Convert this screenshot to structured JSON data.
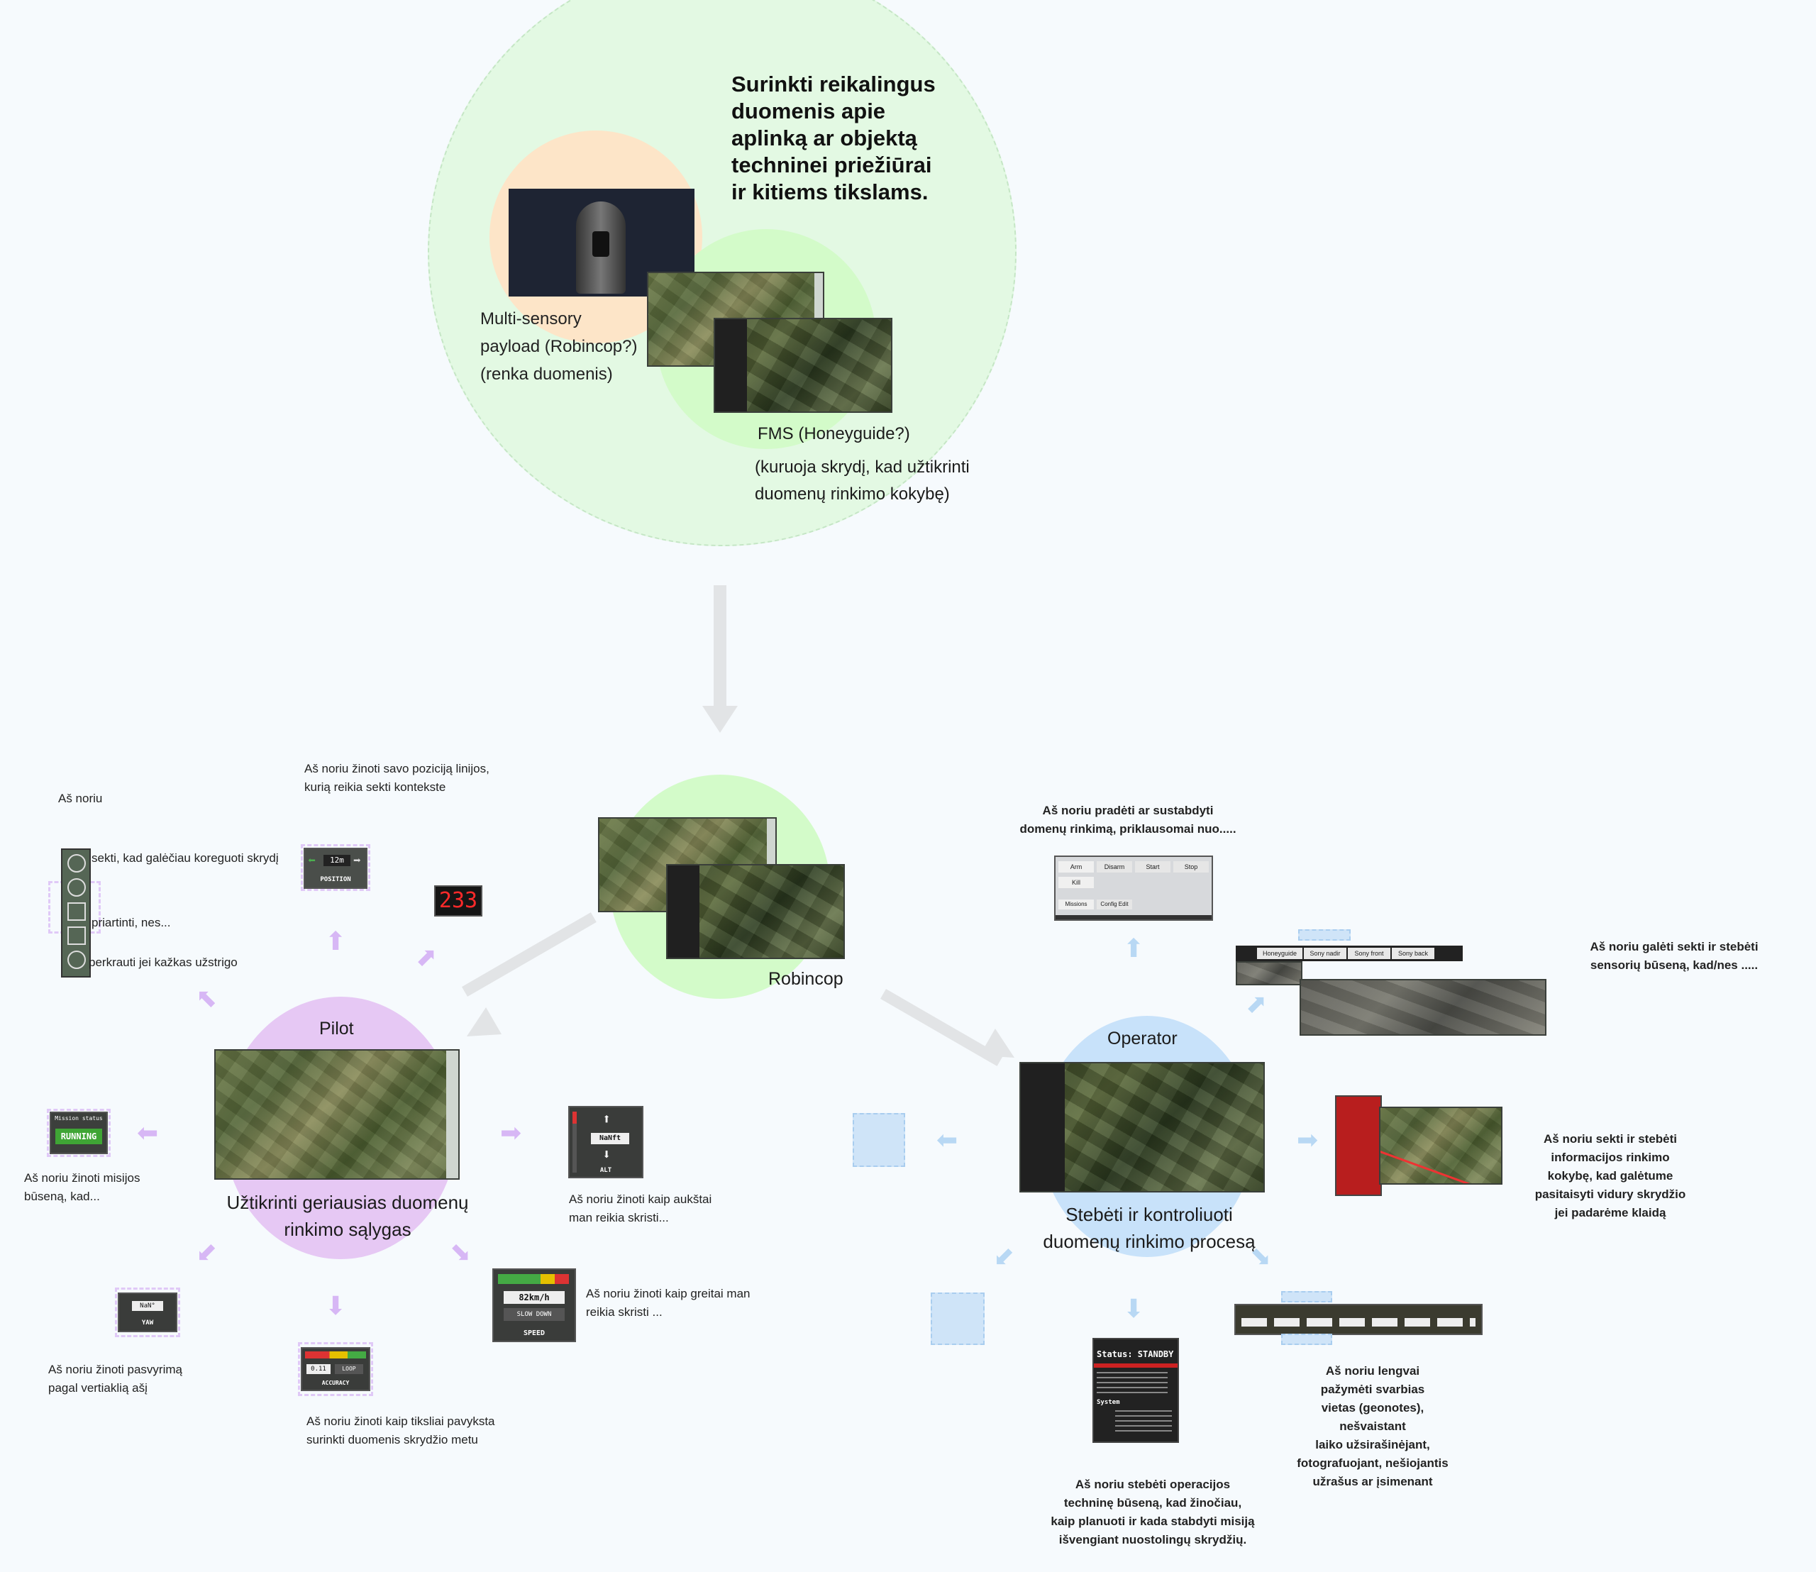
{
  "top": {
    "goal": "Surinkti reikalingus\nduomenis apie\naplinką ar objektą\ntechninei priežiūrai\nir kitiems tikslams.",
    "payload_label": "Multi-sensory\npayload (Robincop?)\n(renka duomenis)",
    "fms_title": "FMS (Honeyguide?)",
    "fms_desc": "(kuruoja skrydį, kad užtikrinti\nduomenų rinkimo kokybę)"
  },
  "robincop": {
    "label": "Robincop"
  },
  "pilot": {
    "label": "Pilot",
    "goal": "Užtikrinti geriausias duomenų\nrinkimo sąlygas",
    "notes": {
      "intro": "Aš noriu",
      "track": "sekti, kad galėčiau koreguoti skrydį",
      "zoom": "priartinti, nes...",
      "reload": "perkrauti jei kažkas užstrigo",
      "position": "Aš noriu žinoti savo poziciją linijos,\nkurią reikia sekti kontekste",
      "mission": "Aš noriu žinoti misijos\nbūseną, kad...",
      "altitude": "Aš noriu žinoti kaip aukštai\nman reikia skristi...",
      "speed": "Aš noriu žinoti kaip greitai man\nreikia skristi ...",
      "yaw": "Aš noriu žinoti pasvyrimą\npagal vertiaklią ašį",
      "accuracy": "Aš noriu žinoti kaip tiksliai pavyksta\nsurinkti duomenis skrydžio metu"
    },
    "widgets": {
      "position_value": "12m",
      "position_label": "POSITION",
      "counter": "233",
      "mission_title": "Mission status",
      "mission_state": "RUNNING",
      "alt_value": "NaNft",
      "alt_label": "ALT",
      "speed_value": "82km/h",
      "speed_state": "SLOW DOWN",
      "speed_label": "SPEED",
      "yaw_value": "NaN°",
      "yaw_label": "YAW",
      "acc_value": "0.11",
      "acc_state": "LOOP",
      "acc_label": "ACCURACY"
    }
  },
  "operator": {
    "label": "Operator",
    "goal": "Stebėti ir kontroliuoti\nduomenų rinkimo procesą",
    "notes": {
      "start_stop": "Aš noriu pradėti ar sustabdyti\ndomenų rinkimą, priklausomai nuo.....",
      "sensors": "Aš noriu galėti sekti ir stebėti\nsensorių būseną, kad/nes .....",
      "quality": "Aš noriu sekti ir stebėti\ninformacijos rinkimo\nkokybę, kad galėtume\npasitaisyti vidury skrydžio\njei padarėme klaidą",
      "geonotes": "Aš noriu lengvai\npažymėti svarbias\nvietas (geonotes),\nnešvaistant\nlaiko užsirašinėjant,\nfotografuojant, nešiojantis\nužrašus ar įsimenant",
      "tech_status": "Aš noriu stebėti operacijos\ntechninę būseną, kad žinočiau,\nkaip planuoti ir kada stabdyti misiją\nišvengiant nuostolingų skrydžių."
    },
    "widgets": {
      "ctrl_buttons": [
        "Arm",
        "Disarm",
        "Start",
        "Stop"
      ],
      "ctrl_kill": "Kill",
      "ctrl_tabs": [
        "Missions",
        "Config Edit"
      ],
      "camera_tabs": [
        "Honeyguide",
        "Sony nadir",
        "Sony front",
        "Sony back"
      ],
      "status_title": "Status: STANDBY",
      "status_section": "System"
    }
  },
  "colors": {
    "top_circle": "#e3f9e3",
    "payload_circle": "#fde5c8",
    "fms_circle": "#d3fbc9",
    "robincop_circle": "#d3fbc9",
    "pilot_circle": "#e6c8f4",
    "operator_circle": "#c8e2fa",
    "arrow_gray": "#e2e4e6",
    "arrow_purple": "#d7b7f5",
    "arrow_blue": "#b8d8f4"
  }
}
